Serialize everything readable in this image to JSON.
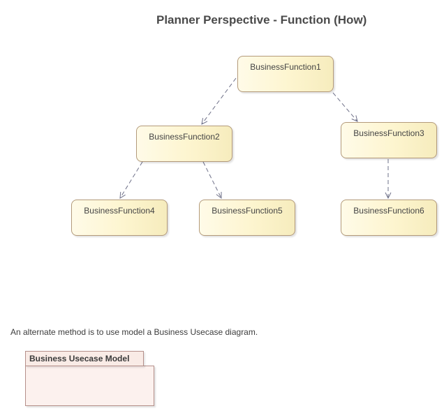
{
  "diagram": {
    "title": "Planner Perspective - Function (How)",
    "functions": [
      {
        "id": "bf1",
        "label": "BusinessFunction1"
      },
      {
        "id": "bf2",
        "label": "BusinessFunction2"
      },
      {
        "id": "bf3",
        "label": "BusinessFunction3"
      },
      {
        "id": "bf4",
        "label": "BusinessFunction4"
      },
      {
        "id": "bf5",
        "label": "BusinessFunction5"
      },
      {
        "id": "bf6",
        "label": "BusinessFunction6"
      }
    ],
    "connectors": [
      {
        "from": "BusinessFunction1",
        "to": "BusinessFunction2",
        "style": "dashed-arrow"
      },
      {
        "from": "BusinessFunction1",
        "to": "BusinessFunction3",
        "style": "dashed-arrow"
      },
      {
        "from": "BusinessFunction2",
        "to": "BusinessFunction4",
        "style": "dashed-arrow"
      },
      {
        "from": "BusinessFunction2",
        "to": "BusinessFunction5",
        "style": "dashed-arrow"
      },
      {
        "from": "BusinessFunction3",
        "to": "BusinessFunction6",
        "style": "dashed-arrow"
      }
    ],
    "note": "An alternate method is to use model a Business Usecase diagram.",
    "package": {
      "label": "Business Usecase Model"
    },
    "colors": {
      "function_fill": "#fdf5cf",
      "function_border": "#b39a7a",
      "connector": "#6e7088",
      "package_fill": "#fcf1ee",
      "package_border": "#b58f8a"
    }
  }
}
